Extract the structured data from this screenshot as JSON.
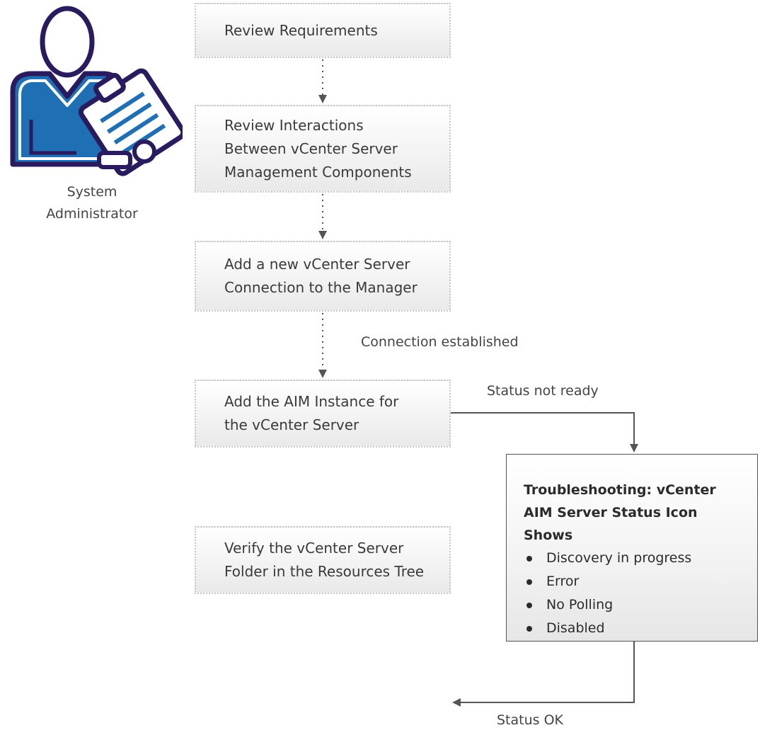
{
  "actor": {
    "caption": "System\nAdministrator",
    "icon": "administrator-with-clipboard-icon"
  },
  "steps": [
    {
      "label": "Review Requirements"
    },
    {
      "label": "Review Interactions\nBetween vCenter Server\nManagement Components"
    },
    {
      "label": "Add a new vCenter Server\nConnection to the Manager"
    },
    {
      "label": "Add the AIM Instance for\nthe vCenter Server"
    },
    {
      "label": "Verify the vCenter Server\nFolder in the Resources Tree"
    }
  ],
  "troubleshooting": {
    "title": "Troubleshooting: vCenter\nAIM Server Status Icon\nShows",
    "items": [
      "Discovery in progress",
      "Error",
      "No Polling",
      "Disabled"
    ]
  },
  "edge_labels": {
    "connection": "Connection established",
    "not_ready": "Status not ready",
    "ok": "Status OK"
  },
  "colors": {
    "actor_blue": "#1f6fb5",
    "actor_outline": "#2a1a5e",
    "arrow": "#555555"
  }
}
